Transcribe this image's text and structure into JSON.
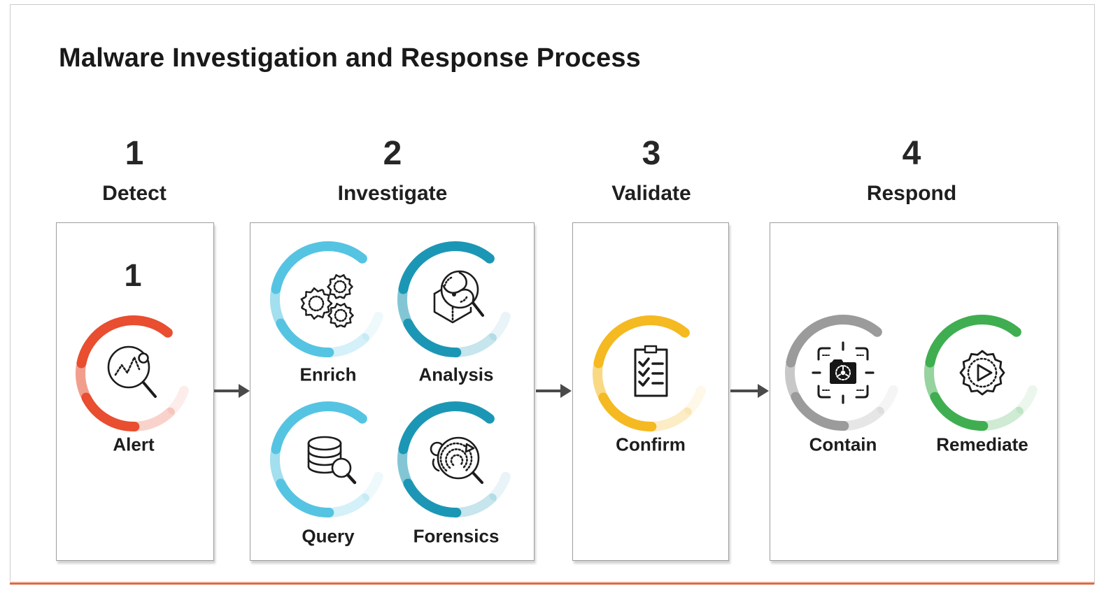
{
  "title": "Malware Investigation and Response Process",
  "colors": {
    "text": "#1D1D1D",
    "arrow": "#4A4A4A",
    "frame_border": "#CBCBCB",
    "box_border": "#9D9D9D",
    "bottom_line": "#E0684B",
    "bottom_line_soft": "#F6EACF",
    "alert_red": "#E84E2F",
    "light_blue": "#55C4E2",
    "teal": "#1B97B5",
    "confirm_yellow": "#F5B921",
    "contain_gray": "#9B9B9B",
    "remediate_green": "#3FAE50"
  },
  "steps": [
    {
      "number": "1",
      "label": "Detect",
      "panel_number": "1",
      "items": [
        {
          "label": "Alert",
          "icon": "activity-magnifier-icon",
          "color": "#E84E2F"
        }
      ]
    },
    {
      "number": "2",
      "label": "Investigate",
      "items": [
        {
          "label": "Enrich",
          "icon": "gears-icon",
          "color": "#55C4E2"
        },
        {
          "label": "Analysis",
          "icon": "cube-magnifier-icon",
          "color": "#1B97B5"
        },
        {
          "label": "Query",
          "icon": "database-magnifier-icon",
          "color": "#55C4E2"
        },
        {
          "label": "Forensics",
          "icon": "bug-magnifier-icon",
          "color": "#1B97B5"
        }
      ]
    },
    {
      "number": "3",
      "label": "Validate",
      "items": [
        {
          "label": "Confirm",
          "icon": "clipboard-checklist-icon",
          "color": "#F5B921"
        }
      ]
    },
    {
      "number": "4",
      "label": "Respond",
      "items": [
        {
          "label": "Contain",
          "icon": "target-malware-icon",
          "color": "#9B9B9B"
        },
        {
          "label": "Remediate",
          "icon": "gear-play-icon",
          "color": "#3FAE50"
        }
      ]
    }
  ]
}
